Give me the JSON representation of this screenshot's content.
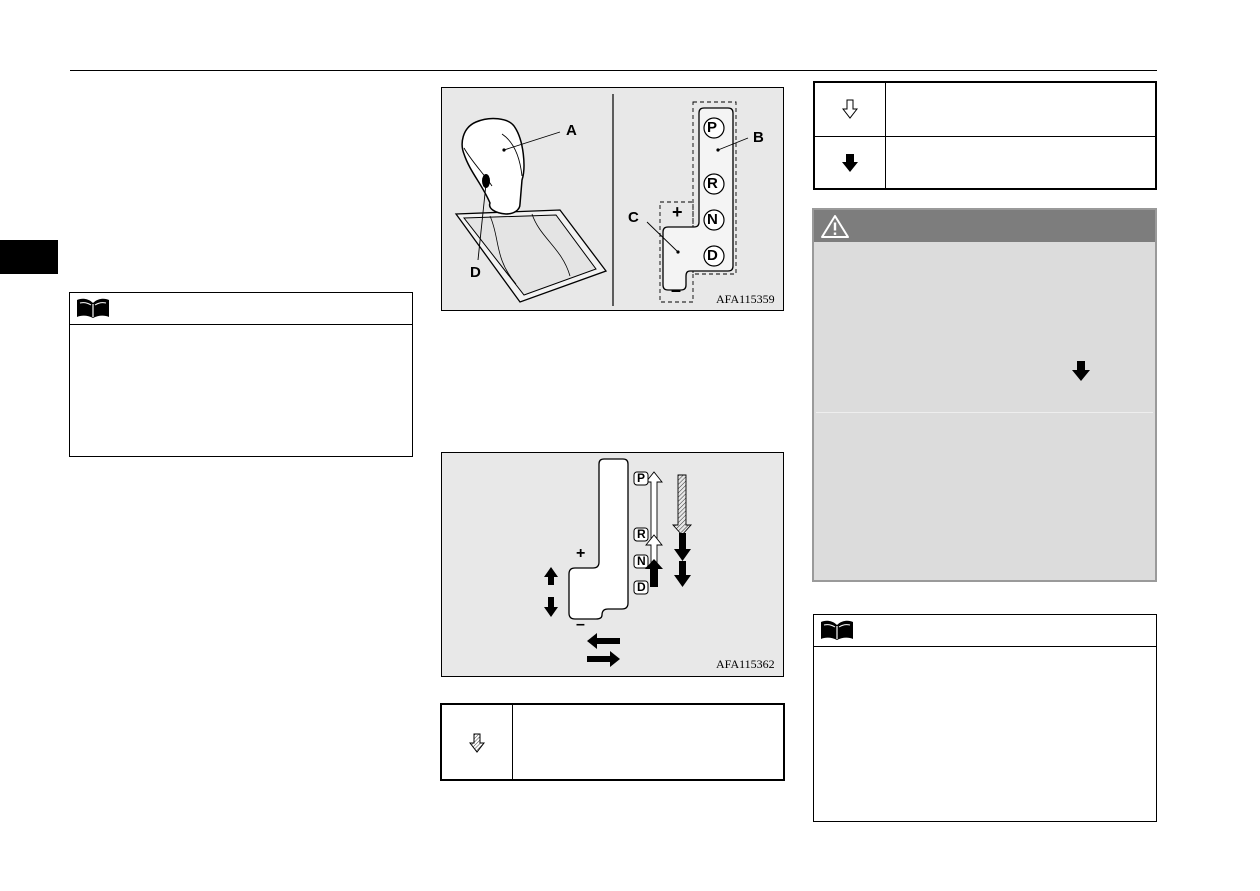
{
  "figures": {
    "selector": {
      "code": "AFA115359",
      "labels": {
        "a": "A",
        "b": "B",
        "c": "C",
        "d": "D"
      },
      "positions": [
        "P",
        "R",
        "N",
        "D"
      ],
      "plus": "+",
      "minus": "–"
    },
    "shift_pattern": {
      "code": "AFA115362",
      "positions": [
        "P",
        "R",
        "N",
        "D"
      ],
      "plus": "+",
      "minus": "–"
    }
  },
  "legend_top": {
    "rows": [
      {
        "icon": "hollow-down-arrow-icon",
        "text": ""
      },
      {
        "icon": "solid-down-arrow-icon",
        "text": ""
      }
    ]
  },
  "legend_bottom": {
    "rows": [
      {
        "icon": "hatched-down-arrow-icon",
        "text": ""
      }
    ]
  },
  "warning": {
    "icon": "warning-triangle-icon"
  },
  "notes": {
    "icon": "book-icon"
  },
  "colors": {
    "figure_bg": "#e8e8e8",
    "warning_bg": "#dcdcdc",
    "warning_header": "#7d7d7d",
    "side_tab": "#000000"
  }
}
